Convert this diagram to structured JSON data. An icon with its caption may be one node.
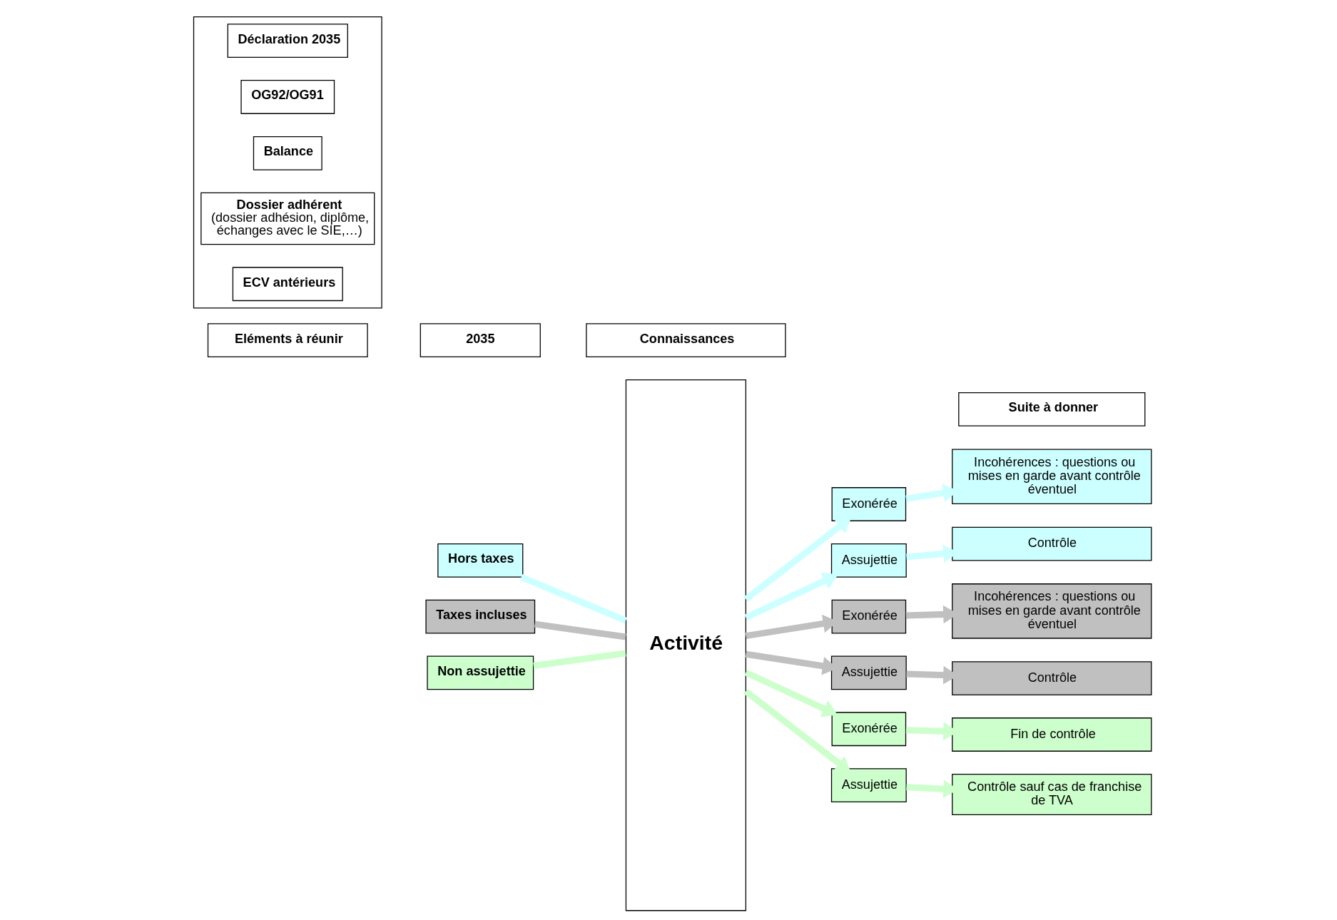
{
  "diagram": {
    "nodes": [
      {
        "text": [
          "Eléments à réunir"
        ]
      },
      {
        "text": [
          "2035"
        ]
      },
      {
        "text": [
          "Connaissances"
        ]
      },
      {
        "text": [
          "Suite à donner"
        ]
      },
      {
        "text": [],
        "shape": "box"
      },
      {
        "text": [
          "Déclaration 2035"
        ],
        "in": 4
      },
      {
        "text": [
          "OG92/OG91"
        ],
        "in": 4
      },
      {
        "text": [
          "Balance"
        ],
        "in": 4
      },
      {
        "text": [
          "Dossier adhérent",
          "(dossier adhésion, diplôme, échanges avec le SIE,…)"
        ],
        "in": 4
      },
      {
        "text": [
          "ECV antérieurs"
        ],
        "in": 4
      },
      {
        "text": [
          "Hors taxes"
        ]
      },
      {
        "text": [
          "Taxes incluses"
        ]
      },
      {
        "text": [
          "Non assujettie"
        ]
      },
      {
        "text": [
          "Activité"
        ]
      },
      {
        "text": [
          "Exonérée"
        ]
      },
      {
        "text": [
          "Assujettie"
        ]
      },
      {
        "text": [
          "Exonérée"
        ]
      },
      {
        "text": [
          "Assujettie"
        ]
      },
      {
        "text": [
          "Exonérée"
        ]
      },
      {
        "text": [
          "Assujettie"
        ]
      },
      {
        "text": [
          "Incohérences : questions ou mises en garde avant contrôle éventuel"
        ]
      },
      {
        "text": [
          "Contrôle"
        ]
      },
      {
        "text": [
          "Incohérences : questions ou mises en garde avant contrôle éventuel"
        ]
      },
      {
        "text": [
          "Contrôle"
        ]
      },
      {
        "text": [
          "Fin de contrôle"
        ]
      },
      {
        "text": [
          "Contrôle sauf cas de franchise de TVA"
        ]
      }
    ],
    "edges": [
      {
        "from": 10,
        "to": 13,
        "arrow": "none",
        "color": "#ccffff"
      },
      {
        "from": 11,
        "to": 13,
        "arrow": "none",
        "color": "#c0c0c0"
      },
      {
        "from": 12,
        "to": 13,
        "arrow": "none",
        "color": "#ccffcc"
      },
      {
        "from": 13,
        "to": 14,
        "arrow": "to",
        "color": "#ccffff"
      },
      {
        "from": 13,
        "to": 15,
        "arrow": "to",
        "color": "#ccffff"
      },
      {
        "from": 13,
        "to": 16,
        "arrow": "to",
        "color": "#c0c0c0"
      },
      {
        "from": 13,
        "to": 17,
        "arrow": "to",
        "color": "#c0c0c0"
      },
      {
        "from": 13,
        "to": 18,
        "arrow": "to",
        "color": "#ccffcc"
      },
      {
        "from": 13,
        "to": 19,
        "arrow": "to",
        "color": "#ccffcc"
      },
      {
        "from": 14,
        "to": 20,
        "arrow": "to",
        "color": "#ccffff"
      },
      {
        "from": 15,
        "to": 21,
        "arrow": "to",
        "color": "#ccffff"
      },
      {
        "from": 16,
        "to": 22,
        "arrow": "to",
        "color": "#c0c0c0"
      },
      {
        "from": 17,
        "to": 23,
        "arrow": "to",
        "color": "#c0c0c0"
      },
      {
        "from": 18,
        "to": 24,
        "arrow": "to",
        "color": "#ccffcc"
      },
      {
        "from": 19,
        "to": 25,
        "arrow": "to",
        "color": "#ccffcc"
      }
    ]
  }
}
